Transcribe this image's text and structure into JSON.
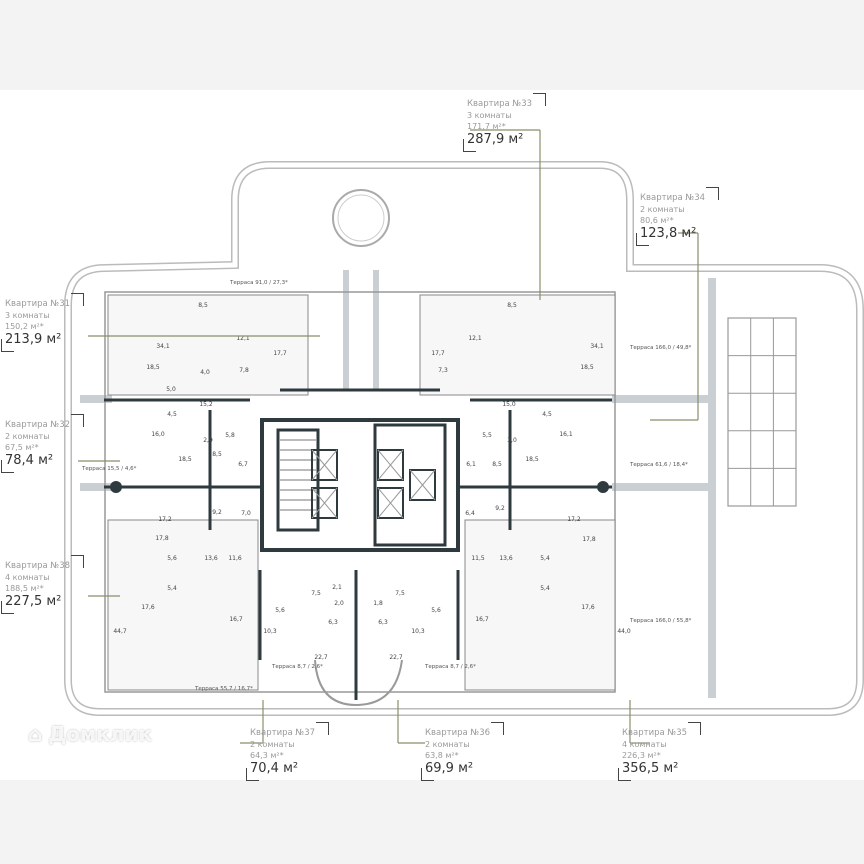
{
  "apartments": [
    {
      "id": "31",
      "title": "Квартира №31",
      "rooms": "3 комнаты",
      "living": "150,2 м²*",
      "total": "213,9 м²"
    },
    {
      "id": "32",
      "title": "Квартира №32",
      "rooms": "2 комнаты",
      "living": "67,5 м²*",
      "total": "78,4 м²"
    },
    {
      "id": "38",
      "title": "Квартира №38",
      "rooms": "4 комнаты",
      "living": "188,5 м²*",
      "total": "227,5 м²"
    },
    {
      "id": "33",
      "title": "Квартира №33",
      "rooms": "3 комнаты",
      "living": "171,7 м²*",
      "total": "287,9 м²"
    },
    {
      "id": "34",
      "title": "Квартира №34",
      "rooms": "2 комнаты",
      "living": "80,6 м²*",
      "total": "123,8 м²"
    },
    {
      "id": "37",
      "title": "Квартира №37",
      "rooms": "2 комнаты",
      "living": "64,3 м²*",
      "total": "70,4 м²"
    },
    {
      "id": "36",
      "title": "Квартира №36",
      "rooms": "2 комнаты",
      "living": "63,8 м²*",
      "total": "69,9 м²"
    },
    {
      "id": "35",
      "title": "Квартира №35",
      "rooms": "4 комнаты",
      "living": "226,3 м²*",
      "total": "356,5 м²"
    }
  ],
  "terraces": [
    "Терраса 91,0 / 27,3*",
    "Терраса 166,0 / 49,8*",
    "Терраса 61,6 / 18,4*",
    "Терраса 166,0 / 55,8*",
    "Терраса 55,7 / 16,7*",
    "Терраса 8,7 / 2,6*",
    "Терраса 8,7 / 2,6*",
    "Терраса 15,5 / 4,6*"
  ],
  "room_areas": [
    "8,5",
    "12,1",
    "17,7",
    "34,1",
    "18,5",
    "5,0",
    "7,8",
    "4,0",
    "15,2",
    "16,0",
    "4,5",
    "2,9",
    "5,8",
    "18,5",
    "8,5",
    "6,7",
    "9,2",
    "7,0",
    "17,2",
    "17,8",
    "5,6",
    "13,6",
    "11,6",
    "5,4",
    "17,6",
    "16,7",
    "5,6",
    "10,3",
    "44,7",
    "7,5",
    "2,1",
    "2,0",
    "1,8",
    "7,5",
    "6,3",
    "6,3",
    "22,7",
    "22,7",
    "10,3",
    "5,6",
    "16,7",
    "8,5",
    "12,1",
    "17,7",
    "34,1",
    "18,5",
    "7,3",
    "15,0",
    "4,5",
    "16,1",
    "5,5",
    "3,0",
    "6,1",
    "8,5",
    "18,5",
    "9,2",
    "6,4",
    "17,2",
    "17,8",
    "5,4",
    "11,5",
    "13,6",
    "5,4",
    "17,6",
    "44,0"
  ],
  "watermark": "Домклик",
  "colors": {
    "wall": "#2f3a3f",
    "leader": "#8a8f6a",
    "greenery": "#c9cfd2",
    "text": "#333333"
  }
}
